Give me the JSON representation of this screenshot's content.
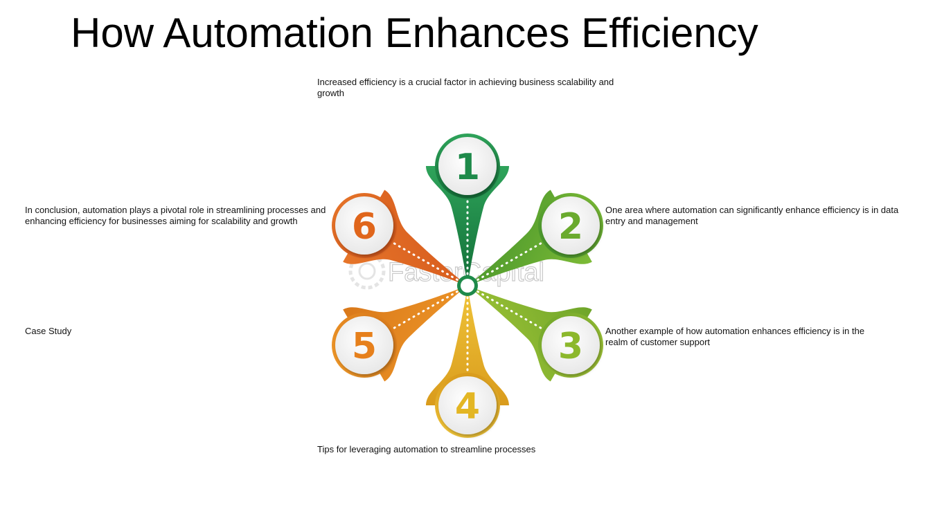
{
  "title": "How Automation Enhances Efficiency",
  "steps": [
    {
      "number": "1",
      "color": "#1e8a4a",
      "caption": "Increased efficiency is a crucial factor in achieving business scalability and growth"
    },
    {
      "number": "2",
      "color": "#6aaa2e",
      "caption": "One area where automation can significantly enhance efficiency is in data entry and management"
    },
    {
      "number": "3",
      "color": "#8cb82c",
      "caption": "Another example of how automation enhances efficiency is in the realm of customer support"
    },
    {
      "number": "4",
      "color": "#e3b624",
      "caption": "Tips for leveraging automation to streamline processes"
    },
    {
      "number": "5",
      "color": "#e6801c",
      "caption": "Case Study"
    },
    {
      "number": "6",
      "color": "#e0661c",
      "caption": "In conclusion, automation plays a pivotal role in streamlining processes and enhancing efficiency for businesses aiming for scalability and growth"
    }
  ],
  "watermark": "FasterCapital"
}
